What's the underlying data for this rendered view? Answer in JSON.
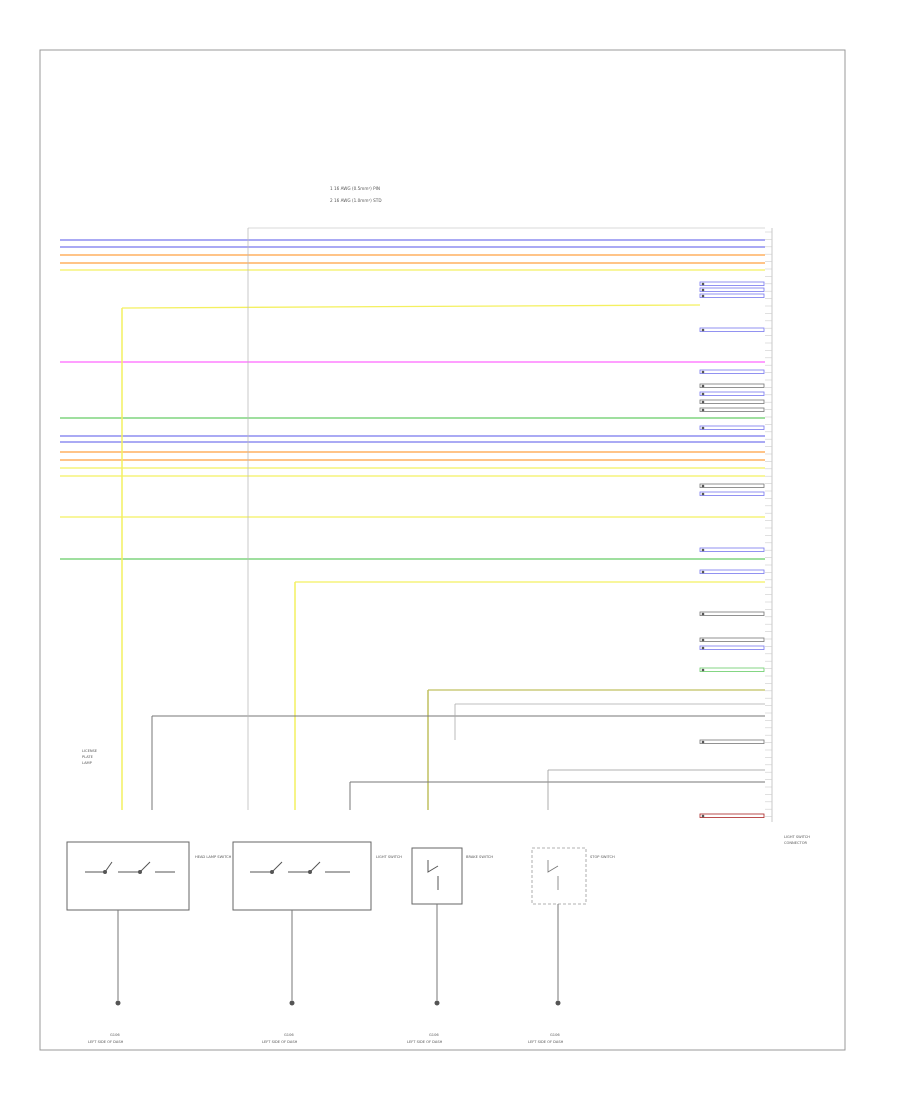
{
  "legend": {
    "line1": "1  16 AWG (0.5mm²) PIN",
    "line2": "2  16 AWG (1.0mm²) STD"
  },
  "header_right": "",
  "footer_label": "",
  "connector": {
    "label_line1": "LIGHT SWITCH",
    "label_line2": "CONNECTOR"
  },
  "colors": {
    "blue": "#7777ee",
    "orange": "#ffa040",
    "yellow": "#f4f060",
    "magenta": "#ff66ff",
    "green": "#66cc66",
    "gray": "#777777",
    "olive": "#c0c060",
    "red": "#aa2222"
  },
  "components": [
    {
      "id": "sw1",
      "name": "HEAD LAMP SWITCH",
      "ground": "G106",
      "ground_sub": "LEFT SIDE OF DASH"
    },
    {
      "id": "sw2",
      "name": "LIGHT SWITCH",
      "ground": "G106",
      "ground_sub": "LEFT SIDE OF DASH"
    },
    {
      "id": "sw3",
      "name": "BRAKE SWITCH",
      "ground": "G106",
      "ground_sub": "LEFT SIDE OF DASH"
    },
    {
      "id": "sw4",
      "name": "STOP SWITCH",
      "ground": "G106",
      "ground_sub": "LEFT SIDE OF DASH"
    }
  ],
  "side_label": {
    "line1": "LICENSE",
    "line2": "PLATE",
    "line3": "LAMP"
  }
}
